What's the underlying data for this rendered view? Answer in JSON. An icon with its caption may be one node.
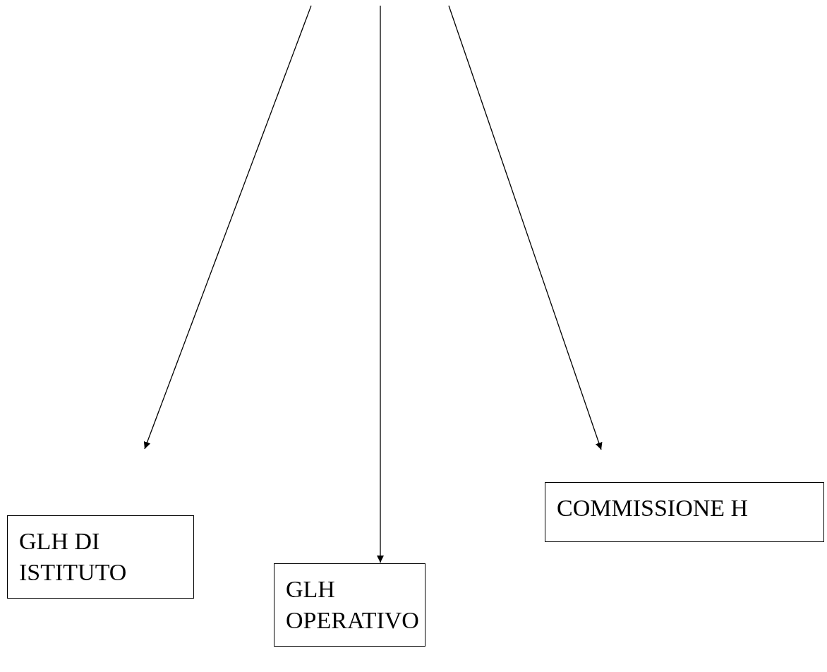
{
  "diagram": {
    "nodes": [
      {
        "text": [
          "GLH DI ISTITUTO"
        ]
      },
      {
        "text": [
          "GLH OPERATIVO"
        ]
      },
      {
        "text": [
          "COMMISSIONE H"
        ]
      }
    ],
    "edges": [
      {
        "from": null,
        "to": 0,
        "arrow": "to"
      },
      {
        "from": null,
        "to": 1,
        "arrow": "to"
      },
      {
        "from": null,
        "to": 2,
        "arrow": "to"
      }
    ]
  }
}
